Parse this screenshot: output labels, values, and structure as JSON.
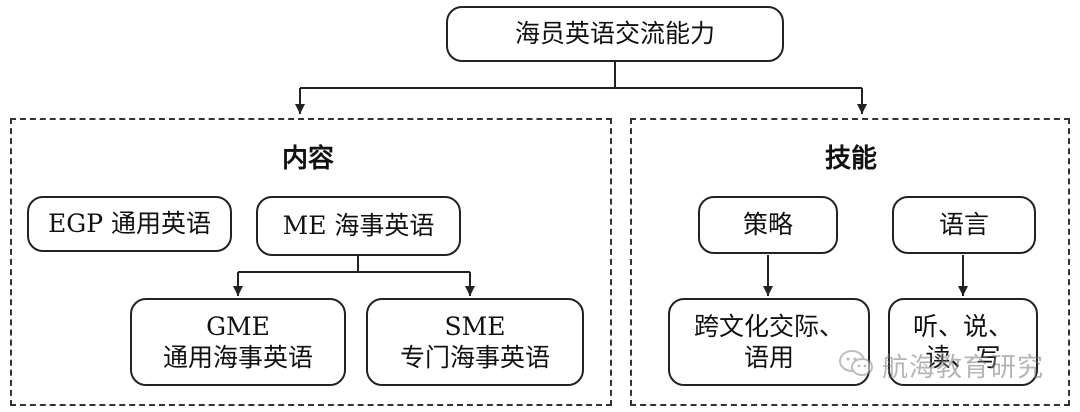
{
  "root": {
    "label": "海员英语交流能力"
  },
  "content_group": {
    "title": "内容",
    "egp": "EGP 通用英语",
    "me": "ME 海事英语",
    "gme": {
      "line1": "GME",
      "line2": "通用海事英语"
    },
    "sme": {
      "line1": "SME",
      "line2": "专门海事英语"
    }
  },
  "skill_group": {
    "title": "技能",
    "strategy": "策略",
    "language": "语言",
    "strategy_detail": {
      "line1": "跨文化交际、",
      "line2": "语用"
    },
    "language_detail": {
      "line1": "听、说、",
      "line2": "读、写"
    }
  },
  "watermark": {
    "text": "航海教育研究",
    "icon": "wechat-icon"
  },
  "colors": {
    "stroke": "#222222",
    "text": "#111111"
  }
}
